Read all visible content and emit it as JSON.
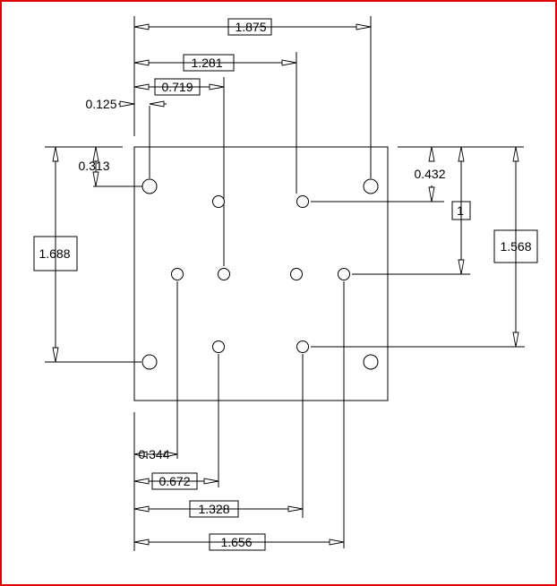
{
  "drawing": {
    "horizontal_dimensions": {
      "d_1_875": "1.875",
      "d_1_281": "1.281",
      "d_0_719": "0.719",
      "d_0_125": "0.125",
      "d_0_344": "0.344",
      "d_0_672": "0.672",
      "d_1_328": "1.328",
      "d_1_656": "1.656"
    },
    "vertical_dimensions": {
      "d_0_313": "0.313",
      "d_1_688": "1.688",
      "d_0_432": "0.432",
      "d_1": "1",
      "d_1_568": "1.568"
    }
  },
  "colors": {
    "frame_border": "#e00000",
    "line": "#000000",
    "background": "#ffffff"
  }
}
